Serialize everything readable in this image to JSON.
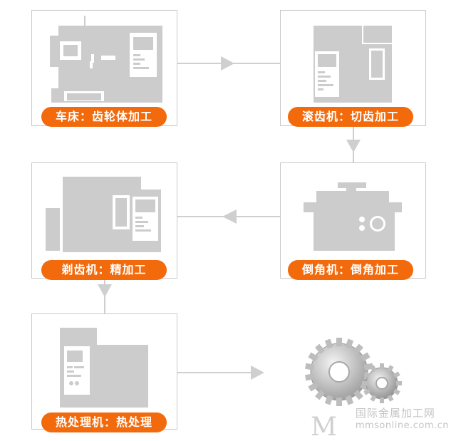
{
  "steps": [
    {
      "label": "车床：齿轮体加工",
      "machine": "lathe"
    },
    {
      "label": "滚齿机：切齿加工",
      "machine": "hobbing-machine"
    },
    {
      "label": "倒角机：倒角加工",
      "machine": "chamfering-machine"
    },
    {
      "label": "剃齿机：精加工",
      "machine": "shaving-machine"
    },
    {
      "label": "热处理机：热处理",
      "machine": "heat-treatment-machine"
    }
  ],
  "result": {
    "icon": "gears-icon"
  },
  "watermark": {
    "cn": "国际金属加工网",
    "en": "mmsonline.com.cn",
    "logo": "M"
  },
  "colors": {
    "accent": "#f26a0c",
    "machine": "#cccccc",
    "line": "#c9c9c9"
  }
}
